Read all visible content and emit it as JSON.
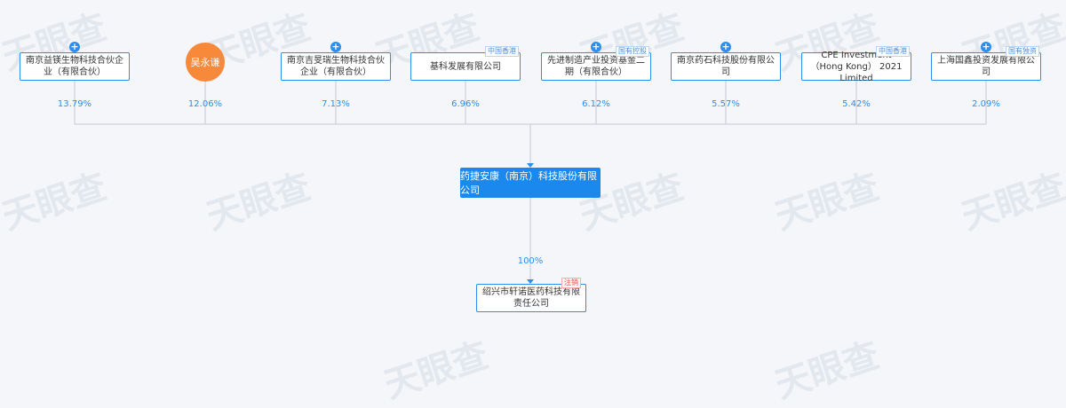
{
  "watermark": "天眼查",
  "shareholders": [
    {
      "name": "南京益镁生物科技合伙企业（有限合伙）",
      "type": "company",
      "percent": "13.79%",
      "tag": null,
      "expand": true
    },
    {
      "name": "吴永谦",
      "type": "person",
      "percent": "12.06%",
      "tag": null,
      "expand": false
    },
    {
      "name": "南京吉旻瑞生物科技合伙企业（有限合伙）",
      "type": "company",
      "percent": "7.13%",
      "tag": null,
      "expand": true
    },
    {
      "name": "基科发展有限公司",
      "type": "company",
      "percent": "6.96%",
      "tag": "中国香港",
      "expand": false
    },
    {
      "name": "先进制造产业投资基金二期（有限合伙）",
      "type": "company",
      "percent": "6.12%",
      "tag": "国有控股",
      "expand": true
    },
    {
      "name": "南京药石科技股份有限公司",
      "type": "company",
      "percent": "5.57%",
      "tag": null,
      "expand": true
    },
    {
      "name": "CPE Investment （Hong Kong） 2021 Limited",
      "type": "company",
      "percent": "5.42%",
      "tag": "中国香港",
      "expand": false
    },
    {
      "name": "上海国鑫投资发展有限公司",
      "type": "company",
      "percent": "2.09%",
      "tag": "国有独资",
      "expand": true
    }
  ],
  "main_company": "药捷安康（南京）科技股份有限公司",
  "subsidiary": {
    "name": "绍兴市轩诺医药科技有限责任公司",
    "percent": "100%",
    "tag": "注销"
  }
}
